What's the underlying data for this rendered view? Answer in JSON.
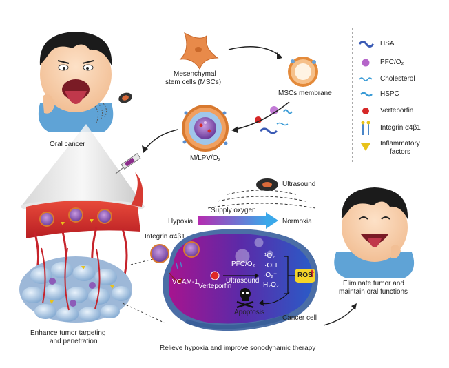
{
  "labels": {
    "oral_cancer": "Oral cancer",
    "msc_line1": "Mesenchymal",
    "msc_line2": "stem cells (MSCs)",
    "msc_membrane": "MSCs membrane",
    "nanoparticle": "M/LPV/O₂",
    "ultrasound": "Ultrasound",
    "supply_oxygen": "Supply oxygen",
    "hypoxia": "Hypoxia",
    "normoxia": "Normoxia",
    "integrin": "Integrin α4β1",
    "vcam": "VCAM-1",
    "pfc_o2": "PFC/O₂",
    "ultrasound_inner": "Ultrasound",
    "verteporfin": "Verteporfin",
    "ros_species": [
      "¹O₂",
      "·OH",
      "·O₂⁻",
      "H₂O₂"
    ],
    "ros": "ROS",
    "apoptosis": "Apoptosis",
    "cancer_cell": "Cancer cell",
    "eliminate_line1": "Eliminate tumor and",
    "eliminate_line2": "maintain oral functions",
    "enhance_line1": "Enhance tumor targeting",
    "enhance_line2": "and penetration",
    "relieve": "Relieve hypoxia and improve sonodynamic therapy"
  },
  "legend": {
    "items": [
      {
        "label": "HSA",
        "icon": "hsa-ribbon-icon",
        "color": "#3b5bb5"
      },
      {
        "label": "PFC/O₂",
        "icon": "pfc-sphere-icon",
        "color": "#b565c9"
      },
      {
        "label": "Cholesterol",
        "icon": "cholesterol-wave-icon",
        "color": "#3a9bd6"
      },
      {
        "label": "HSPC",
        "icon": "hspc-lipid-icon",
        "color": "#3a9bd6"
      },
      {
        "label": "Verteporfin",
        "icon": "verteporfin-dot-icon",
        "color": "#d62828"
      },
      {
        "label": "Integrin α4β1",
        "icon": "integrin-icon",
        "color": "#4a86c8"
      },
      {
        "label": "Inflammatory",
        "label2": "factors",
        "icon": "inflammatory-triangle-icon",
        "color": "#e8c21a"
      }
    ]
  }
}
